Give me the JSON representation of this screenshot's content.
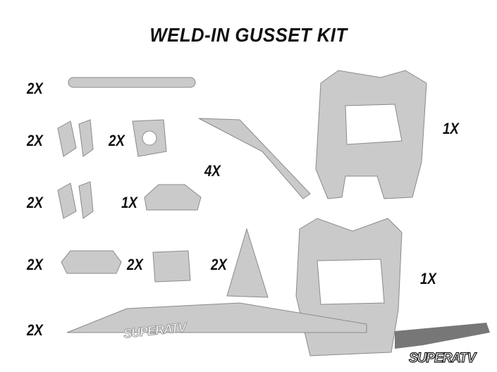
{
  "title": "WELD-IN GUSSET KIT",
  "quantities": {
    "long_bar": "2X",
    "bracket_a": "2X",
    "clip_plate": "2X",
    "angled_plate": "4X",
    "upper_mount": "1X",
    "bracket_b": "2X",
    "saddle": "1X",
    "notched_plate": "2X",
    "flat_plate": "2X",
    "triangle": "2X",
    "lower_mount": "1X",
    "skid_plate": "2X"
  },
  "brand": "SUPERATV",
  "colors": {
    "part": "#c9c9c9",
    "part_edge": "#8a8a8a",
    "dark": "#555555",
    "text": "#111111"
  }
}
